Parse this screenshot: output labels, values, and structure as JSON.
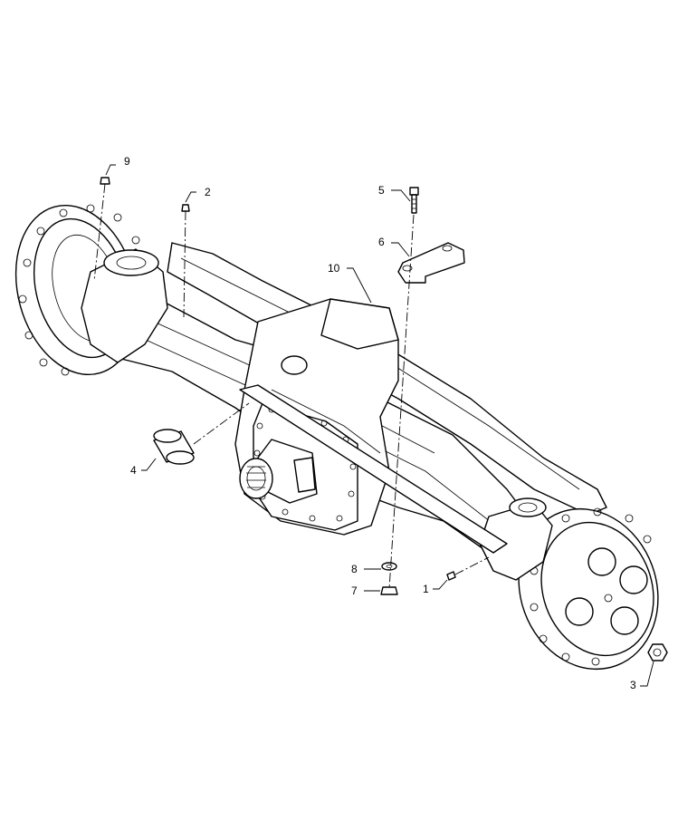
{
  "callouts": [
    {
      "id": "c9",
      "label": "9"
    },
    {
      "id": "c2",
      "label": "2"
    },
    {
      "id": "c5",
      "label": "5"
    },
    {
      "id": "c6",
      "label": "6"
    },
    {
      "id": "c10",
      "label": "10"
    },
    {
      "id": "c4",
      "label": "4"
    },
    {
      "id": "c8",
      "label": "8"
    },
    {
      "id": "c7",
      "label": "7"
    },
    {
      "id": "c1",
      "label": "1"
    },
    {
      "id": "c3",
      "label": "3"
    }
  ],
  "colors": {
    "line": "#000000",
    "background": "#ffffff"
  }
}
